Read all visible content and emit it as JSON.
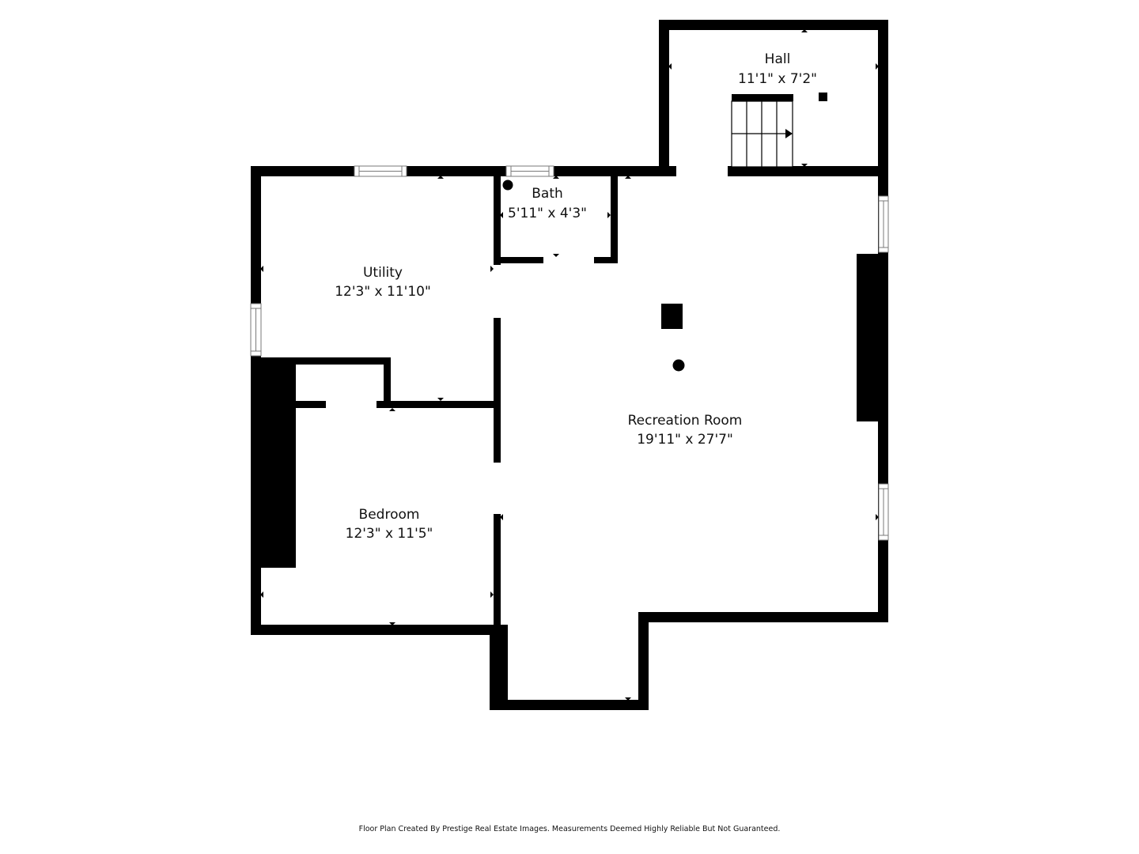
{
  "rooms": [
    {
      "name": "Hall",
      "dimensions": "11'1\" x 7'2\""
    },
    {
      "name": "Bath",
      "dimensions": "5'11\" x 4'3\""
    },
    {
      "name": "Utility",
      "dimensions": "12'3\" x 11'10\""
    },
    {
      "name": "Recreation Room",
      "dimensions": "19'11\" x 27'7\""
    },
    {
      "name": "Bedroom",
      "dimensions": "12'3\" x 11'5\""
    }
  ],
  "footer": {
    "text": "Floor Plan Created By Prestige Real Estate Images. Measurements Deemed Highly Reliable But Not Guaranteed."
  },
  "colors": {
    "wall": "#000000",
    "background": "#ffffff",
    "text": "#111111"
  }
}
